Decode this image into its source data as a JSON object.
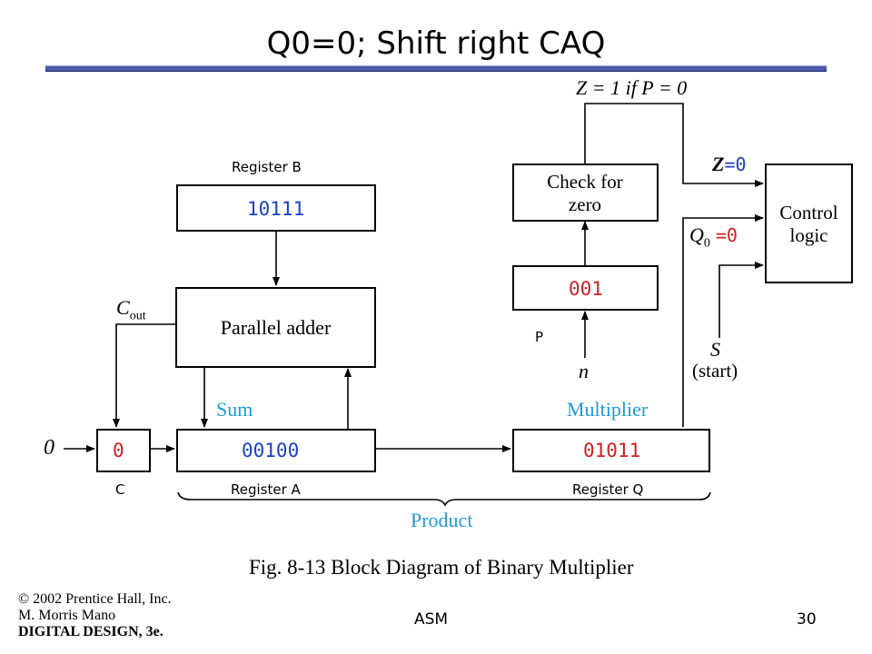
{
  "slide": {
    "title": "Q0=0; Shift right CAQ",
    "footer_center": "ASM",
    "page_number": "30"
  },
  "copyright": {
    "line1": "© 2002 Prentice Hall, Inc.",
    "line2": "M. Morris Mano",
    "line3": "DIGITAL DESIGN, 3e."
  },
  "diagram": {
    "caption": "Fig. 8-13  Block Diagram of Binary Multiplier",
    "z_condition": "Z = 1 if P = 0",
    "check_for_zero": "Check for zero",
    "control_logic": "Control logic",
    "parallel_adder": "Parallel adder",
    "register_b_label": "Register B",
    "register_b_value": "10111",
    "register_a_label": "Register A",
    "register_a_value": "00100",
    "register_q_label": "Register Q",
    "register_q_value": "01011",
    "register_c_label": "C",
    "register_c_value": "0",
    "counter_p_label": "P",
    "counter_p_value": "001",
    "cout_label": "C",
    "cout_sub": "out",
    "sum_label": "Sum",
    "multiplier_label": "Multiplier",
    "product_label": "Product",
    "input_zero": "0",
    "input_n": "n",
    "start_s": "S",
    "start_text": "(start)",
    "z_signal": "Z",
    "z_value": "=0",
    "q0_signal": "Q",
    "q0_sub": "0",
    "q0_value": "=0"
  },
  "colors": {
    "register_values": "#1a3fc8",
    "current_values": "#d01f1f",
    "signal_labels": "#1e9ad8",
    "rule": "#4a5aa8"
  }
}
